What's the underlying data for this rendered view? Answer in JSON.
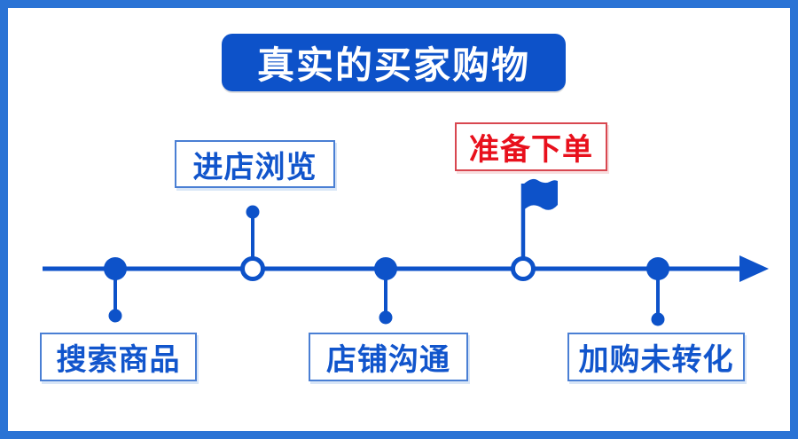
{
  "title": "真实的买家购物",
  "colors": {
    "primary_blue": "#0d52c9",
    "frame_blue": "#2a73d5",
    "label_blue": "#1155cc",
    "accent_red": "#e8101c"
  },
  "timeline": {
    "direction": "left-to-right-arrow",
    "stages": [
      {
        "label": "搜索商品",
        "position": "below",
        "marker": "filled-dot",
        "highlight": false
      },
      {
        "label": "进店浏览",
        "position": "above",
        "marker": "open-dot",
        "highlight": false
      },
      {
        "label": "店铺沟通",
        "position": "below",
        "marker": "filled-dot",
        "highlight": false
      },
      {
        "label": "准备下单",
        "position": "above",
        "marker": "open-dot-flag",
        "highlight": true
      },
      {
        "label": "加购未转化",
        "position": "below",
        "marker": "filled-dot",
        "highlight": false
      }
    ]
  }
}
